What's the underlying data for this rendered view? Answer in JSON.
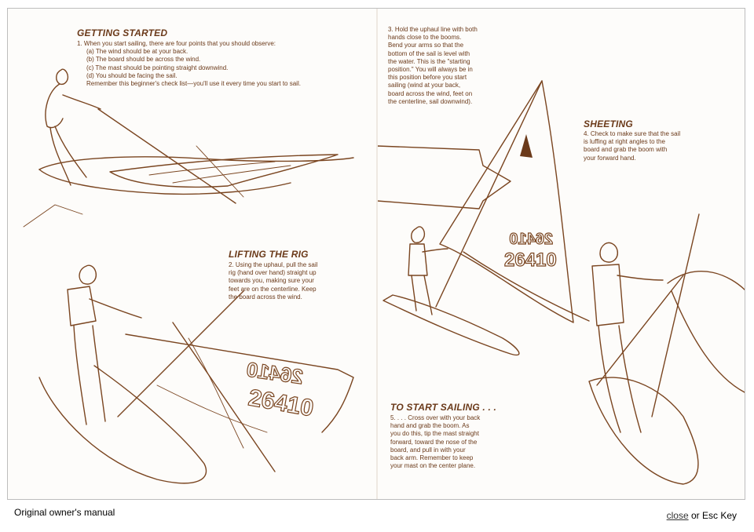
{
  "viewer": {
    "caption": "Original owner's manual",
    "close_label": "close",
    "close_suffix": " or Esc Key"
  },
  "manual": {
    "getting_started": {
      "heading": "GETTING STARTED",
      "intro": "1.  When you start sailing, there are four points that you should observe:",
      "points": [
        "(a)  The wind should be at your back.",
        "(b)  The board should be across the wind.",
        "(c)  The mast should be pointing straight downwind.",
        "(d)  You should be facing the sail."
      ],
      "reminder": "Remember this beginner's check list—you'll use it every time you start to sail."
    },
    "lifting_the_rig": {
      "heading": "LIFTING THE RIG",
      "text": "2.  Using the uphaul, pull the sail\n     rig (hand over hand) straight up\n     towards you, making sure your\n     feet are on the centerline. Keep\n     the board across the wind."
    },
    "step_three": {
      "text": "3.  Hold the uphaul line with both\n     hands close to the booms.\n     Bend your arms so that the\n     bottom of the sail is level with\n     the water. This is the \"starting\n     position.\" You will always be in\n     this position before you start\n     sailing (wind at your back,\n     board across the wind, feet on\n     the centerline, sail downwind)."
    },
    "sheeting": {
      "heading": "SHEETING",
      "text": "4.  Check to make sure that the sail\n     is luffing at right angles to the\n     board and grab the boom with\n     your forward hand."
    },
    "to_start_sailing": {
      "heading": "TO START SAILING . . .",
      "text": "5.  . . . Cross over with your back\n     hand and grab the boom. As\n     you do this, tip the mast straight\n     forward, toward the nose of the\n     board, and pull in with your\n     back arm. Remember to keep\n     your mast on the center plane."
    },
    "sail_number": "26410",
    "sail_number_mirror": "26410"
  },
  "colors": {
    "ink": "#6b3a1a",
    "paper": "#fdfcfa",
    "frame_border": "#bdbdbd"
  }
}
